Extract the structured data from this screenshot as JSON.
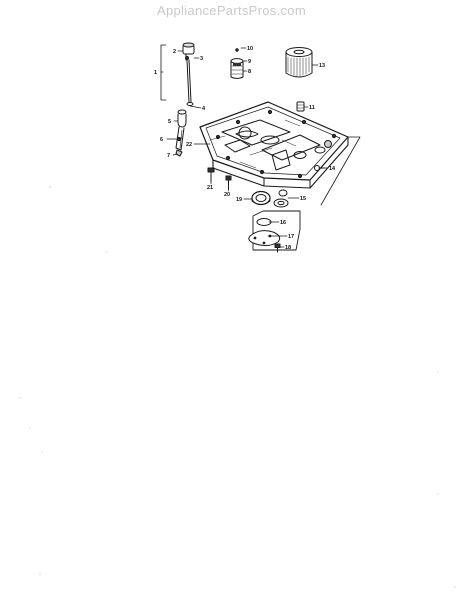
{
  "watermark": "AppliancePartsPros.com",
  "callouts": [
    "1",
    "2",
    "3",
    "4",
    "5",
    "6",
    "7",
    "8",
    "9",
    "10",
    "11",
    "13",
    "14",
    "15",
    "16",
    "17",
    "18",
    "19",
    "20",
    "21",
    "22"
  ]
}
